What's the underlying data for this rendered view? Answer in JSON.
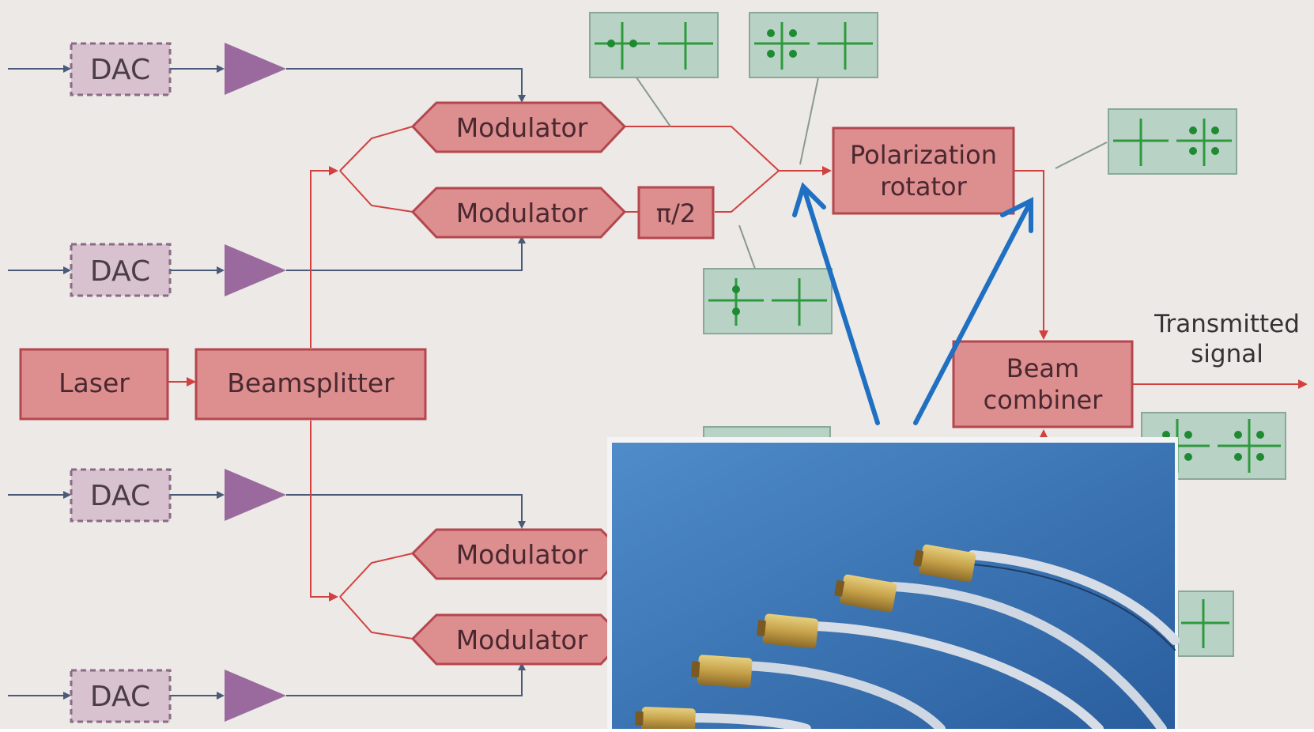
{
  "colors": {
    "background": "#ece9e6",
    "block_fill": "#dd8e8f",
    "block_stroke": "#b5464d",
    "dac_fill": "#d8c2d0",
    "dac_stroke": "#8a6a85",
    "amp_fill": "#9a6a9e",
    "signal_line": "#4a5a78",
    "optical_line": "#d2413f",
    "constellation_box": "#b9d2c6",
    "constellation_axis": "#2e9a3e",
    "constellation_dot": "#1e8a32",
    "highlight_arrow": "#1f6fc2",
    "photo_sky": "#2f6bb0"
  },
  "blocks": {
    "laser": "Laser",
    "beamsplitter": "Beamsplitter",
    "dac": "DAC",
    "modulator": "Modulator",
    "phase_shift": "π/2",
    "polarization_rotator": [
      "Polarization",
      "rotator"
    ],
    "beam_combiner": [
      "Beam",
      "combiner"
    ]
  },
  "output_label": [
    "Transmitted",
    "signal"
  ],
  "photo": {
    "description_icon": "fiber-coupled-modulator-chips-photo"
  }
}
